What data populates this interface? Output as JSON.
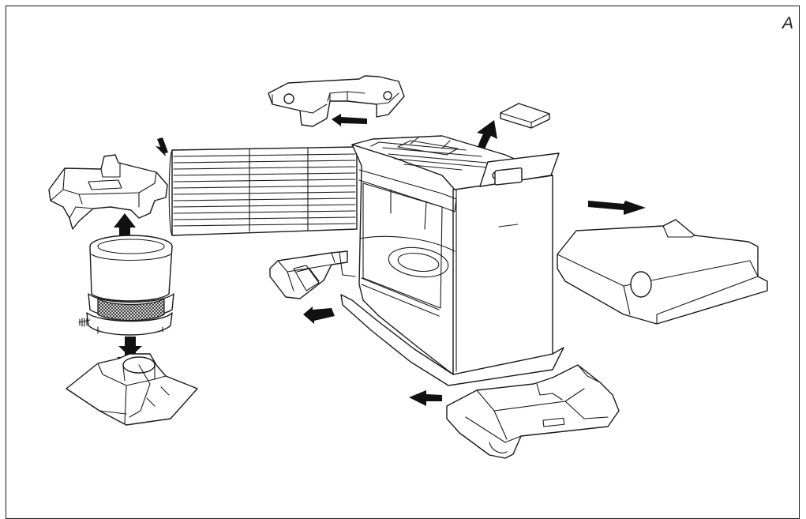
{
  "figure": {
    "panel_label": "A"
  },
  "parts": [
    {
      "id": "top-cover",
      "icon": "top-cover-part"
    },
    {
      "id": "small-cap",
      "icon": "cap-part"
    },
    {
      "id": "heater-body",
      "icon": "heater-body"
    },
    {
      "id": "front-grille",
      "icon": "grille-part"
    },
    {
      "id": "burner-top-plate",
      "icon": "burner-plate-part"
    },
    {
      "id": "burner",
      "icon": "burner-cylinder"
    },
    {
      "id": "burner-base",
      "icon": "burner-base-part"
    },
    {
      "id": "fuel-tray",
      "icon": "fuel-tray-part"
    },
    {
      "id": "side-panel",
      "icon": "side-panel-part"
    },
    {
      "id": "bottom-tray",
      "icon": "bottom-tray-part"
    }
  ],
  "colors": {
    "line": "#1a1a1a",
    "arrow": "#111111",
    "background": "#ffffff"
  }
}
